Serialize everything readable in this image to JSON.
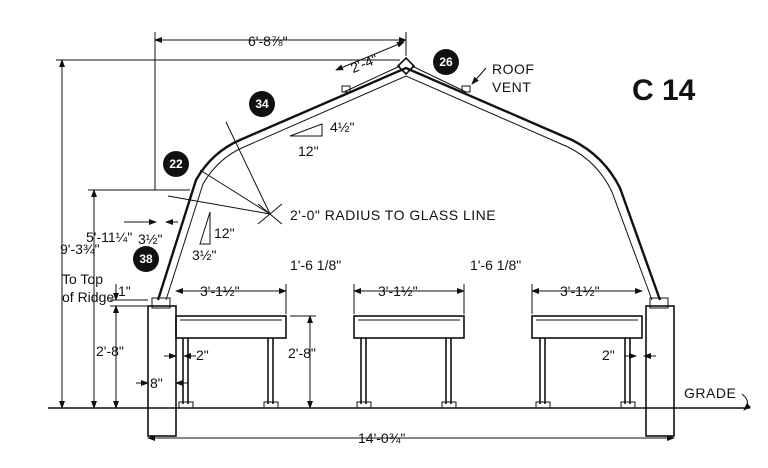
{
  "drawing": {
    "id_label": "C 14",
    "notes": {
      "radius": "2'-0\" RADIUS TO GLASS LINE",
      "roof_vent_1": "ROOF",
      "roof_vent_2": "VENT",
      "grade": "GRADE",
      "ridge_1": "To Top",
      "ridge_2": "of Ridge"
    },
    "dimensions": {
      "top_width": "6'-8⅞\"",
      "vent_width": "2'-4\"",
      "roof_pitch_rise": "4½\"",
      "roof_pitch_run": "12\"",
      "wall_pitch_run": "3½\"",
      "wall_pitch_rise": "12\"",
      "wall_offset": "3½\"",
      "eave_height": "5'-11¼\"",
      "ridge_height": "9'-3¾\"",
      "base_top": "1\"",
      "wall_height": "2'-8\"",
      "base_width": "8\"",
      "bench_width_left": "3'-1½\"",
      "bench_width_center": "3'-1½\"",
      "bench_width_right": "3'-1½\"",
      "aisle_left": "1'-6 1/8\"",
      "aisle_right": "1'-6 1/8\"",
      "bench_height": "2'-8\"",
      "gap_left": "2\"",
      "gap_right": "2\"",
      "overall_width": "14'-0¾\""
    },
    "callouts": {
      "c22": "22",
      "c34": "34",
      "c26": "26",
      "c38": "38"
    }
  }
}
